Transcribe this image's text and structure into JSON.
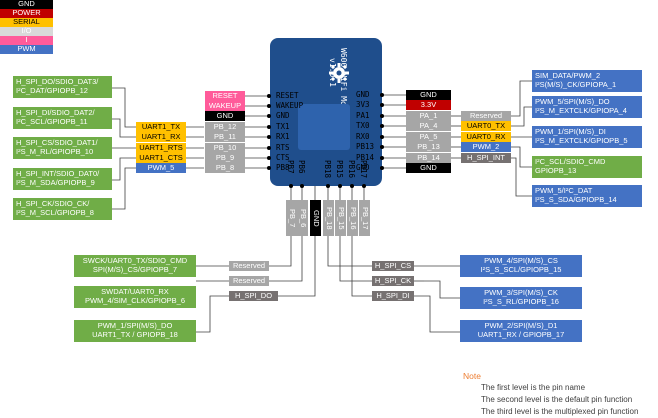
{
  "legend": [
    {
      "label": "GND",
      "color": "#000000",
      "text": "#ffffff"
    },
    {
      "label": "POWER",
      "color": "#c00000",
      "text": "#ffffff"
    },
    {
      "label": "SERIAL",
      "color": "#ffc000",
      "text": "#000000"
    },
    {
      "label": "I/O",
      "color": "#d9d9d9",
      "text": "#ffffff"
    },
    {
      "label": "I",
      "color": "#ff5b9a",
      "text": "#ffffff"
    },
    {
      "label": "PWM",
      "color": "#4472c4",
      "text": "#ffffff"
    }
  ],
  "module": {
    "title": "W600 WiFi Module",
    "version": "v1.0.1",
    "logo": "gear-logo"
  },
  "left_side": {
    "functions": [
      "H_SPI_DO/SDIO_DAT3/\nI²C_DAT/GPIOPB_12",
      "H_SPI_DI/SDIO_DAT2/\nI²C_SCL/GPIOPB_11",
      "H_SPI_CS/SDIO_DAT1/\nI²S_M_RL/GPIOPB_10",
      "H_SPI_INT/SDIO_DAT0/\nI²S_M_SDA/GPIOPB_9",
      "H_SPI_CK/SDIO_CK/\nI²S_M_SCL/GPIOPB_8"
    ],
    "uart": [
      "UART1_TX",
      "UART1_RX",
      "UART1_RTS",
      "UART1_CTS",
      "PWM_5"
    ],
    "specials": [
      "RESET",
      "WAKEUP",
      "GND"
    ],
    "pin_names": [
      "PB_12",
      "PB_11",
      "PB_10",
      "PB_9",
      "PB_8"
    ],
    "chip_pins": [
      "RESET",
      "WAKEUP",
      "GND",
      "TX1",
      "RX1",
      "RTS",
      "CTS",
      "PB8"
    ]
  },
  "right_side": {
    "chip_pins": [
      "GND",
      "3V3",
      "PA1",
      "TX0",
      "RX0",
      "PB13",
      "PB14",
      "GND"
    ],
    "specials": [
      "GND",
      "3.3V"
    ],
    "pin_names": [
      "PA_1",
      "PA_4",
      "PA_5",
      "PB_13",
      "PB_14"
    ],
    "uart": [
      "Reserved",
      "UART0_TX",
      "UART0_RX",
      "PWM_2",
      "H_SPI_INT"
    ],
    "gnd_bottom": "GND",
    "functions": [
      "SIM_DATA/PWM_2\nI²S(M/S)_CK/GPIOPA_1",
      "PWM_5/SPI(M/S)_DO\nI²S_M_EXTCLK/GPIOPA_4",
      "PWM_1/SPI(M/S)_DI\nI²S_M_EXTCLK/GPIOPB_5",
      "I²C_SCL/SDIO_CMD\nGPIOPB_13",
      "PWM_5/I²C_DAT\nI²S_S_SDA/GPIOPB_14"
    ]
  },
  "bottom": {
    "chip_pins": [
      "PB7",
      "PB6",
      "PB18",
      "PB15",
      "PB16",
      "PB17"
    ],
    "pin_names": [
      "PB_7",
      "PB_6",
      "GND",
      "PB_18",
      "PB_15",
      "PB_16",
      "PB_17"
    ],
    "left_mid": [
      "Reserved",
      "Reserved",
      "H_SPI_DO"
    ],
    "left_functions": [
      "SWCK/UART0_TX/SDIO_CMD\nSPI(M/S)_CS/GPIOPB_7",
      "SWDAT/UART0_RX\nPWM_4/SIM_CLK/GPIOPB_6",
      "PWM_1/SPI(M/S)_DO\nUART1_TX / GPIOPB_18"
    ],
    "right_mid": [
      "H_SPI_CS",
      "H_SPI_CK",
      "H_SPI_DI"
    ],
    "right_functions": [
      "PWM_4/SPI(M/S)_CS\nI²S_S_SCL/GPIOPB_15",
      "PWM_3/SPI(M/S)_CK\nI²S_S_RL/GPIOPB_16",
      "PWM_2/SPI(M/S)_D1\nUART1_RX / GPIOPB_17"
    ]
  },
  "note": {
    "title": "Note",
    "lines": [
      "The first level is the pin name",
      "The second level is the default pin function",
      "The third level is the multiplexed pin function"
    ]
  }
}
